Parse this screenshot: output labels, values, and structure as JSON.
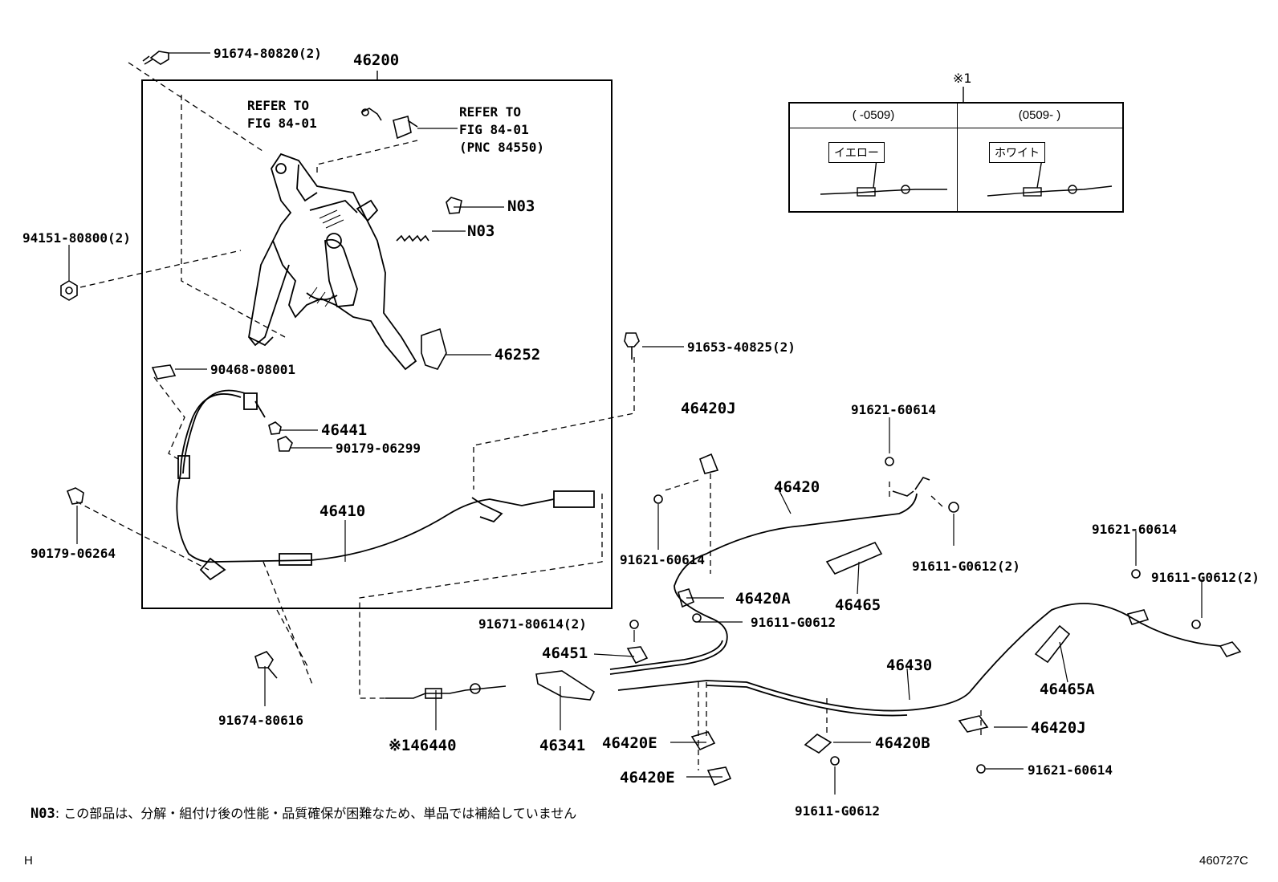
{
  "labels": {
    "p46200": "46200",
    "p91674_80820": "91674-80820(2)",
    "refer1_line1": "REFER TO",
    "refer1_line2": "FIG 84-01",
    "refer2_line1": "REFER TO",
    "refer2_line2": "FIG 84-01",
    "refer2_line3": "(PNC 84550)",
    "n03_a": "N03",
    "n03_b": "N03",
    "p94151": "94151-80800(2)",
    "p46252": "46252",
    "p90468": "90468-08001",
    "p46441": "46441",
    "p90179_06299": "90179-06299",
    "p91653": "91653-40825(2)",
    "p90179_06264": "90179-06264",
    "p46410": "46410",
    "p91674_80616": "91674-80616",
    "p46440": "※146440",
    "p46341": "46341",
    "p46451": "46451",
    "p91671": "91671-80614(2)",
    "p46420J_top": "46420J",
    "p91621_a": "91621-60614",
    "p46420": "46420",
    "p91621_b": "91621-60614",
    "p91611_a": "91611-G0612(2)",
    "p46465": "46465",
    "p46420A": "46420A",
    "p91611_b": "91611-G0612",
    "p46420E_a": "46420E",
    "p46420E_b": "46420E",
    "p46430": "46430",
    "p46420B": "46420B",
    "p91611_c": "91611-G0612",
    "p91621_c": "91621-60614",
    "p91611_d": "91611-G0612(2)",
    "p46465A": "46465A",
    "p46420J_bot": "46420J",
    "p91621_d": "91621-60614"
  },
  "variant_table": {
    "mark": "※1",
    "col1_header": "(      -0509)",
    "col2_header": "(0509-      )",
    "col1_colour": "イエロー",
    "col2_colour": "ホワイト"
  },
  "note": {
    "code": "N03",
    "text": ": この部品は、分解・組付け後の性能・品質確保が困難なため、単品では補給していません"
  },
  "footer": {
    "left": "H",
    "right": "460727C"
  }
}
